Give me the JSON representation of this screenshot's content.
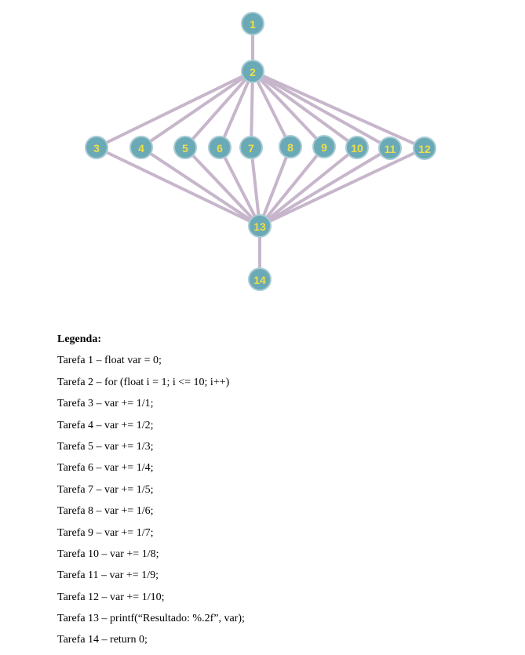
{
  "diagram": {
    "nodes": [
      {
        "id": 1,
        "label": "1"
      },
      {
        "id": 2,
        "label": "2"
      },
      {
        "id": 3,
        "label": "3"
      },
      {
        "id": 4,
        "label": "4"
      },
      {
        "id": 5,
        "label": "5"
      },
      {
        "id": 6,
        "label": "6"
      },
      {
        "id": 7,
        "label": "7"
      },
      {
        "id": 8,
        "label": "8"
      },
      {
        "id": 9,
        "label": "9"
      },
      {
        "id": 10,
        "label": "10"
      },
      {
        "id": 11,
        "label": "11"
      },
      {
        "id": 12,
        "label": "12"
      },
      {
        "id": 13,
        "label": "13"
      },
      {
        "id": 14,
        "label": "14"
      }
    ],
    "edges": [
      [
        1,
        2
      ],
      [
        2,
        3
      ],
      [
        2,
        4
      ],
      [
        2,
        5
      ],
      [
        2,
        6
      ],
      [
        2,
        7
      ],
      [
        2,
        8
      ],
      [
        2,
        9
      ],
      [
        2,
        10
      ],
      [
        2,
        11
      ],
      [
        2,
        12
      ],
      [
        3,
        13
      ],
      [
        4,
        13
      ],
      [
        5,
        13
      ],
      [
        6,
        13
      ],
      [
        7,
        13
      ],
      [
        8,
        13
      ],
      [
        9,
        13
      ],
      [
        10,
        13
      ],
      [
        11,
        13
      ],
      [
        12,
        13
      ],
      [
        13,
        14
      ]
    ],
    "colors": {
      "node_fill": "#6aa9b6",
      "node_label": "#f1df45",
      "edge": "#c7b6cb"
    }
  },
  "legend": {
    "title": "Legenda:",
    "items": [
      "Tarefa 1 – float var = 0;",
      "Tarefa 2 – for (float i = 1; i <= 10; i++)",
      "Tarefa 3 – var += 1/1;",
      "Tarefa 4 – var += 1/2;",
      "Tarefa 5 – var += 1/3;",
      "Tarefa 6 – var += 1/4;",
      "Tarefa 7 – var += 1/5;",
      "Tarefa 8 – var += 1/6;",
      "Tarefa 9 – var += 1/7;",
      "Tarefa 10 – var += 1/8;",
      "Tarefa 11 – var += 1/9;",
      "Tarefa 12 – var += 1/10;",
      "Tarefa 13 – printf(“Resultado: %.2f”, var);",
      "Tarefa 14 – return 0;"
    ]
  }
}
